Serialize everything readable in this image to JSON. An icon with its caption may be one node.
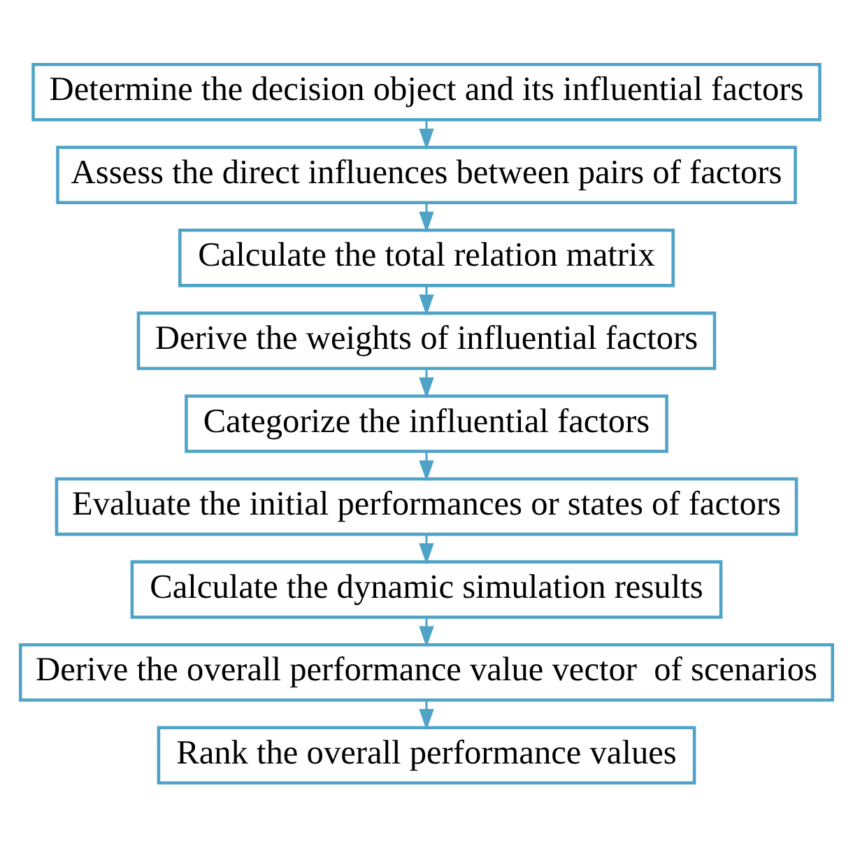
{
  "diagram": {
    "nodes": [
      {
        "text": [
          "Determine the decision object and its influential factors"
        ]
      },
      {
        "text": [
          "Assess the direct influences between pairs of factors"
        ]
      },
      {
        "text": [
          "Calculate the total relation matrix"
        ]
      },
      {
        "text": [
          "Derive the weights of influential factors"
        ]
      },
      {
        "text": [
          "Categorize the influential factors"
        ]
      },
      {
        "text": [
          "Evaluate the initial performances or states of factors"
        ]
      },
      {
        "text": [
          "Calculate the dynamic simulation results"
        ]
      },
      {
        "text": [
          "Derive the overall performance value vector  of scenarios"
        ]
      },
      {
        "text": [
          "Rank the overall performance values"
        ]
      }
    ],
    "edges": [
      {
        "from": 0,
        "to": 1,
        "arrow": "to"
      },
      {
        "from": 1,
        "to": 2,
        "arrow": "to"
      },
      {
        "from": 2,
        "to": 3,
        "arrow": "to"
      },
      {
        "from": 3,
        "to": 4,
        "arrow": "to"
      },
      {
        "from": 4,
        "to": 5,
        "arrow": "to"
      },
      {
        "from": 5,
        "to": 6,
        "arrow": "to"
      },
      {
        "from": 6,
        "to": 7,
        "arrow": "to"
      },
      {
        "from": 7,
        "to": 8,
        "arrow": "to"
      }
    ]
  }
}
